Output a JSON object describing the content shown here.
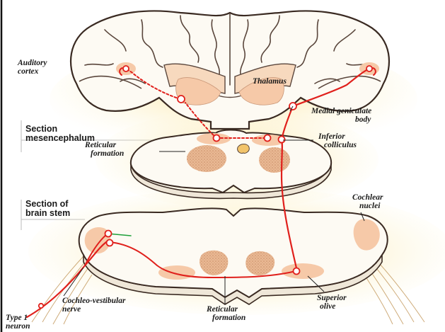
{
  "labels": {
    "auditory_cortex": [
      "Auditory",
      "cortex"
    ],
    "thalamus": "Thalamus",
    "medial_geniculate_body": [
      "Medial geniculate",
      "body"
    ],
    "section_mesencephalum": [
      "Section",
      "mesencephalum"
    ],
    "inferior_colliculus": [
      "Inferior",
      "colliculus"
    ],
    "reticular_formation_upper": [
      "Reticular",
      "formation"
    ],
    "section_brain_stem": [
      "Section of",
      "brain stem"
    ],
    "cochlear_nuclei": [
      "Cochlear",
      "nuclei"
    ],
    "cochleo_vestibular_nerve": [
      "Cochleo-vestibular",
      "nerve"
    ],
    "reticular_formation_lower": [
      "Reticular",
      "formation"
    ],
    "superior_olive": [
      "Superior",
      "olive"
    ],
    "type1_neuron": [
      "Type 1",
      "neuron"
    ]
  },
  "colors": {
    "pathway": "#e0201c",
    "nucleus": "#f6c9a8",
    "reticular": "#e7b592",
    "tissue": "#fdfaf3",
    "outline": "#3a2a22",
    "glow": "#fbe7a0",
    "collateral": "#1ea03a"
  }
}
